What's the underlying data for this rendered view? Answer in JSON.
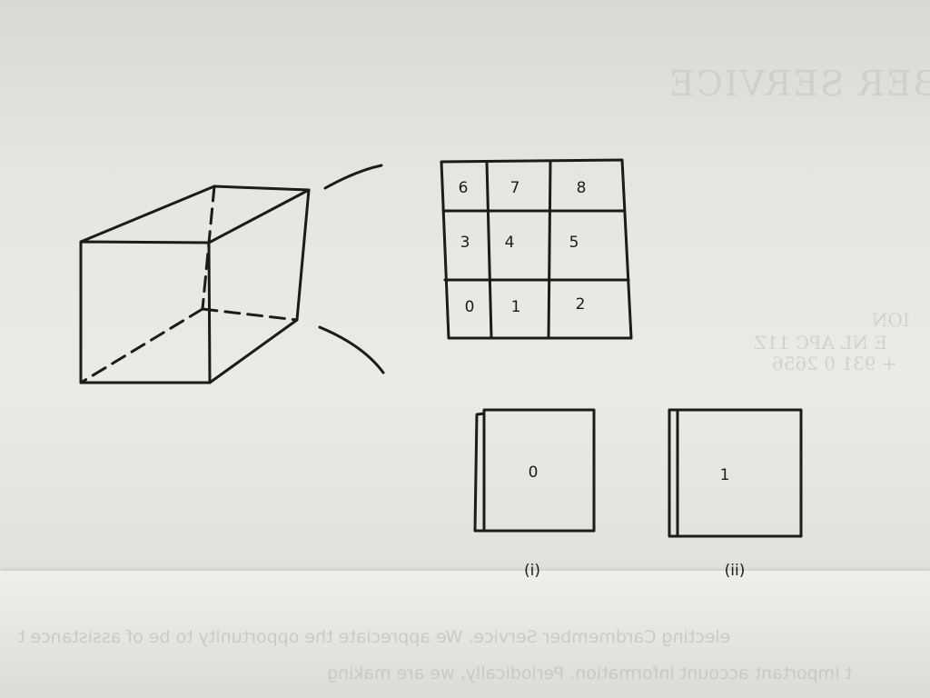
{
  "grid_cells": [
    {
      "label": "6"
    },
    {
      "label": "7"
    },
    {
      "label": "8"
    },
    {
      "label": "3"
    },
    {
      "label": "4"
    },
    {
      "label": "5"
    },
    {
      "label": "0"
    },
    {
      "label": "1"
    },
    {
      "label": "2"
    }
  ],
  "panels": [
    {
      "label": "0",
      "caption": "(i)"
    },
    {
      "label": "1",
      "caption": "(ii)"
    }
  ],
  "background": {
    "header": "MBER SERVICE",
    "line1": "ION",
    "line2": "E NL APC 11Z",
    "line3": "+ 931 0 2656",
    "paragraph1": "electing Cardmember Service. We appreciate the opportunity to be of assistance t",
    "paragraph2": "t important account information. Periodically, we are making"
  },
  "colors": {
    "ink": "#1c1b1a",
    "paper": "#e6e5e1"
  }
}
